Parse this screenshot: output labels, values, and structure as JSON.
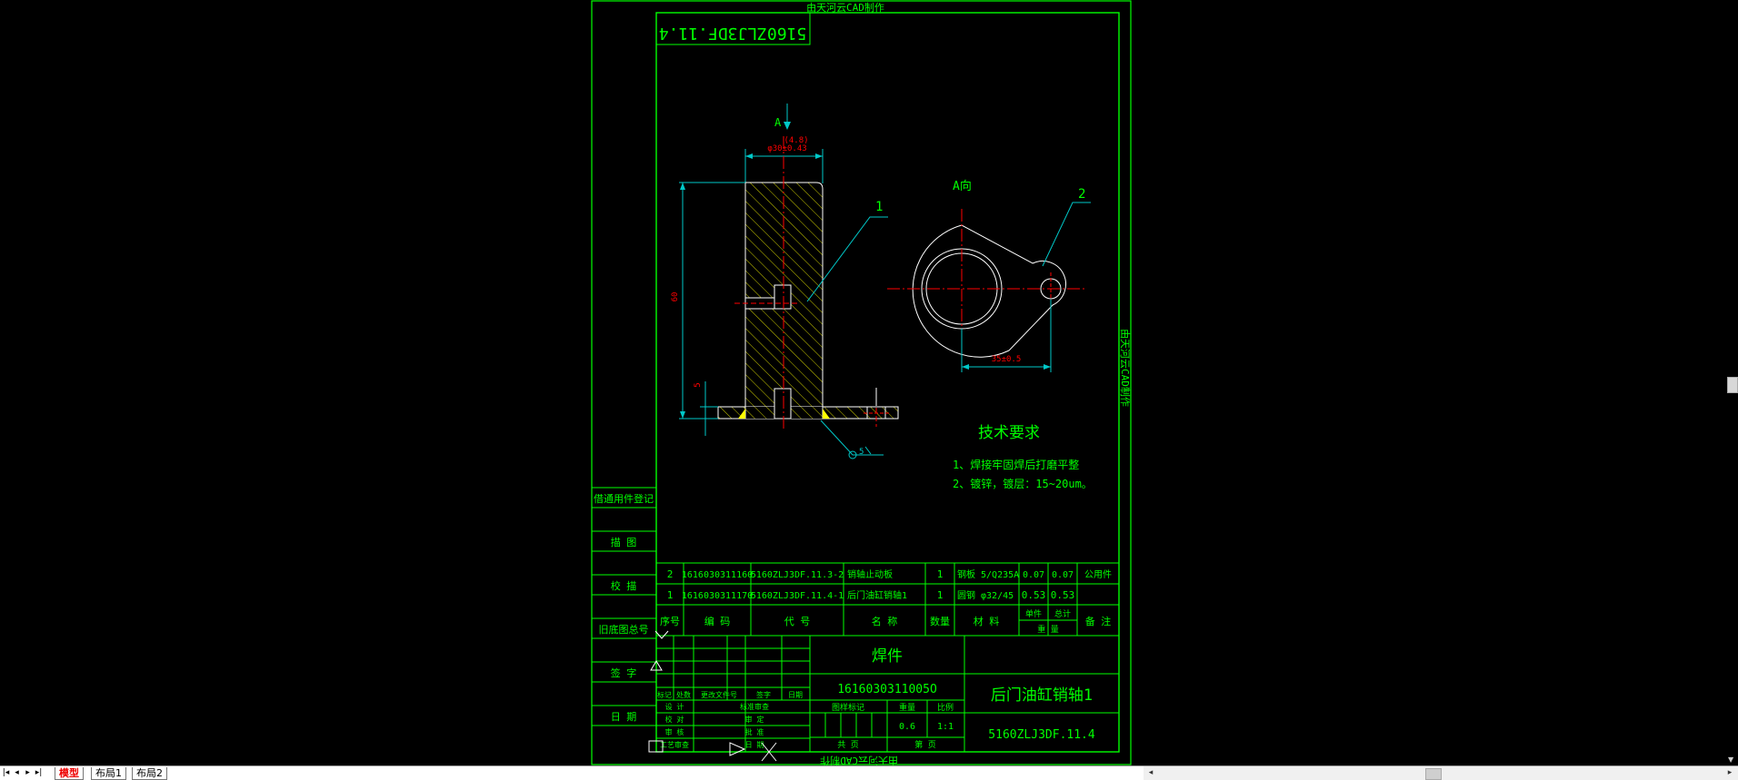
{
  "drawing": {
    "top_watermark": "由天河云CAD制作",
    "bottom_watermark": "由天河云CAD制作",
    "right_watermark": "由天河云CAD制作",
    "drawing_code_mirrored": "5160ZLJ3DF.11.4",
    "view_label_A": "A",
    "diameter_dim": "φ30±0.43",
    "diameter_dim_top": "(4.8)",
    "height_dim": "60",
    "small_dim": "5",
    "balloon_1": "1",
    "balloon_2": "2",
    "view_A_title": "A向",
    "pitch_dim": "35±0.5",
    "weld_symbol": "5",
    "tech_title": "技术要求",
    "tech_notes": [
      "1、焊接牢固焊后打磨平整",
      "2、镀锌，镀层：15~20um。"
    ]
  },
  "left_column": {
    "labels": [
      "借通用件登记",
      "描 图",
      "校 描",
      "旧底图总号",
      "签 字",
      "日 期"
    ]
  },
  "bom": {
    "rows": [
      {
        "no": "2",
        "code": "1616030311160",
        "drawing": "5160ZLJ3DF.11.3-2",
        "name": "销轴止动板",
        "qty": "1",
        "material": "钢板 5/Q235A",
        "unit_wt": "0.07",
        "total_wt": "0.07",
        "remark": "公用件"
      },
      {
        "no": "1",
        "code": "1616030311170",
        "drawing": "5160ZLJ3DF.11.4-1",
        "name": "后门油缸销轴1",
        "qty": "1",
        "material": "圆钢 φ32/45",
        "unit_wt": "0.53",
        "total_wt": "0.53",
        "remark": ""
      }
    ],
    "headers": {
      "no": "序号",
      "code": "编 码",
      "drawing": "代 号",
      "name": "名 称",
      "qty": "数量",
      "material": "材 料",
      "unit": "单件",
      "total": "总计",
      "weight": "重 量",
      "remark": "备 注"
    }
  },
  "title_block": {
    "part_type": "焊件",
    "part_code": "1616030311005O",
    "part_name": "后门油缸销轴1",
    "drawing_no": "5160ZLJ3DF.11.4",
    "stage_label": "图样标记",
    "weight_label": "重量",
    "scale_label": "比例",
    "weight_value": "0.6",
    "scale_value": "1:1",
    "sheets_total": "共 页",
    "sheet_no": "第 页",
    "rev_headers": [
      "标记",
      "处数",
      "更改文件号",
      "签字",
      "日期"
    ],
    "sign_rows": [
      "设 计",
      "校 对",
      "审 核",
      "工艺审查"
    ],
    "sign_rows_right": [
      "标准审查",
      "审 定",
      "批 准",
      "日 期"
    ]
  },
  "tabs": {
    "items": [
      "模型",
      "布局1",
      "布局2"
    ],
    "active": "模型",
    "nav_icons": [
      "first-tab-icon",
      "prev-tab-icon",
      "next-tab-icon",
      "last-tab-icon"
    ]
  },
  "colors": {
    "frame": "#00ff00",
    "text": "#00ff00",
    "geometry": "#ffffff",
    "hatch": "#ffff00",
    "dimension": "#00c8c8",
    "dimension_text": "#ff0000",
    "centerline": "#ff0000"
  }
}
